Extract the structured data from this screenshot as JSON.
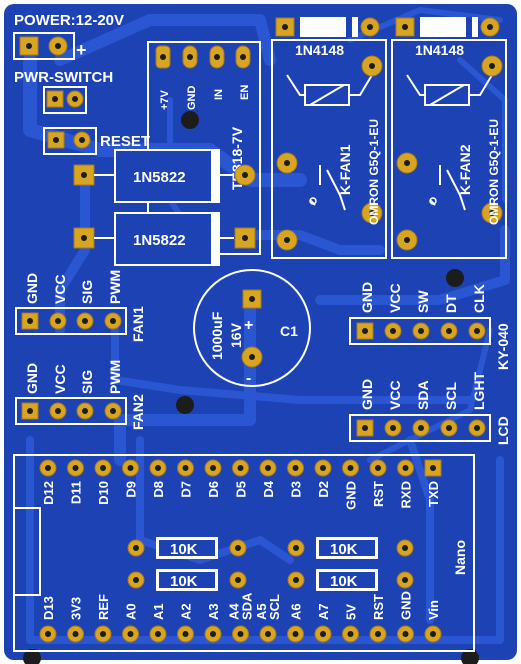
{
  "power": {
    "label": "POWER:12-20V",
    "plus": "+"
  },
  "pwr_switch": {
    "label": "PWR-SWITCH"
  },
  "reset": {
    "label": "RESET"
  },
  "regulator": {
    "pins": [
      "+7V",
      "GND",
      "IN",
      "EN"
    ],
    "name": "TE818-7V"
  },
  "diodes": {
    "d1": "1N5822",
    "d2": "1N5822"
  },
  "relay1": {
    "diode": "1N4148",
    "name": "K-FAN1",
    "part": "OMRON G5Q-1-EU"
  },
  "relay2": {
    "diode": "1N4148",
    "name": "K-FAN2",
    "part": "OMRON G5Q-1-EU"
  },
  "capacitor": {
    "value": "1000uF",
    "voltage": "16V",
    "ref": "C1",
    "plus": "+",
    "minus": "-"
  },
  "fan1": {
    "pins": [
      "GND",
      "VCC",
      "SIG",
      "PWM"
    ],
    "label": "FAN1"
  },
  "fan2": {
    "pins": [
      "GND",
      "VCC",
      "SIG",
      "PWM"
    ],
    "label": "FAN2"
  },
  "encoder": {
    "pins": [
      "GND",
      "VCC",
      "SW",
      "DT",
      "CLK"
    ],
    "label": "KY-040"
  },
  "lcd": {
    "pins": [
      "GND",
      "VCC",
      "SDA",
      "SCL",
      "LGHT"
    ],
    "label": "LCD"
  },
  "nano": {
    "label": "Nano",
    "top_pins": [
      "D12",
      "D11",
      "D10",
      "D9",
      "D8",
      "D7",
      "D6",
      "D5",
      "D4",
      "D3",
      "D2",
      "GND",
      "RST",
      "RXD",
      "TXD"
    ],
    "bottom_pins": [
      "D13",
      "3V3",
      "REF",
      "A0",
      "A1",
      "A2",
      "A3",
      "A4\nSDA",
      "A5\nSCL",
      "A6",
      "A7",
      "5V",
      "RST",
      "GND",
      "Vin"
    ]
  },
  "resistors": [
    "10K",
    "10K",
    "10K",
    "10K"
  ],
  "colors": {
    "board": "#1c42b4",
    "trace": "#2a56d2",
    "pad": "#d7a521",
    "silk": "#ffffff"
  }
}
